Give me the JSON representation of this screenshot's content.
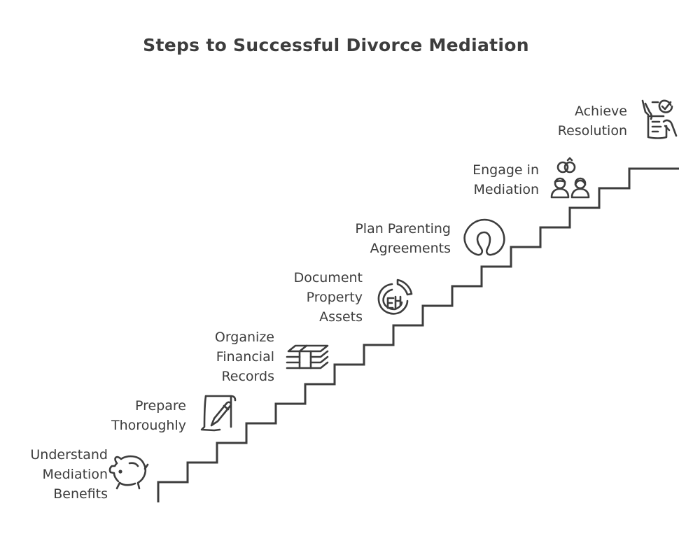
{
  "title": "Steps to Successful Divorce Mediation",
  "steps": [
    {
      "lines": [
        "Understand",
        "Mediation",
        "Benefits"
      ],
      "icon": "piggy-bank-icon"
    },
    {
      "lines": [
        "Prepare",
        "Thoroughly"
      ],
      "icon": "document-pen-icon"
    },
    {
      "lines": [
        "Organize",
        "Financial",
        "Records"
      ],
      "icon": "money-stack-icon"
    },
    {
      "lines": [
        "Document",
        "Property",
        "Assets"
      ],
      "icon": "property-chart-icon"
    },
    {
      "lines": [
        "Plan Parenting",
        "Agreements"
      ],
      "icon": "horseshoe-icon"
    },
    {
      "lines": [
        "Engage in",
        "Mediation"
      ],
      "icon": "couple-rings-icon"
    },
    {
      "lines": [
        "Achieve",
        "Resolution"
      ],
      "icon": "signed-agreement-icon"
    }
  ],
  "colors": {
    "ink": "#3d3d3d",
    "background": "#ffffff"
  }
}
